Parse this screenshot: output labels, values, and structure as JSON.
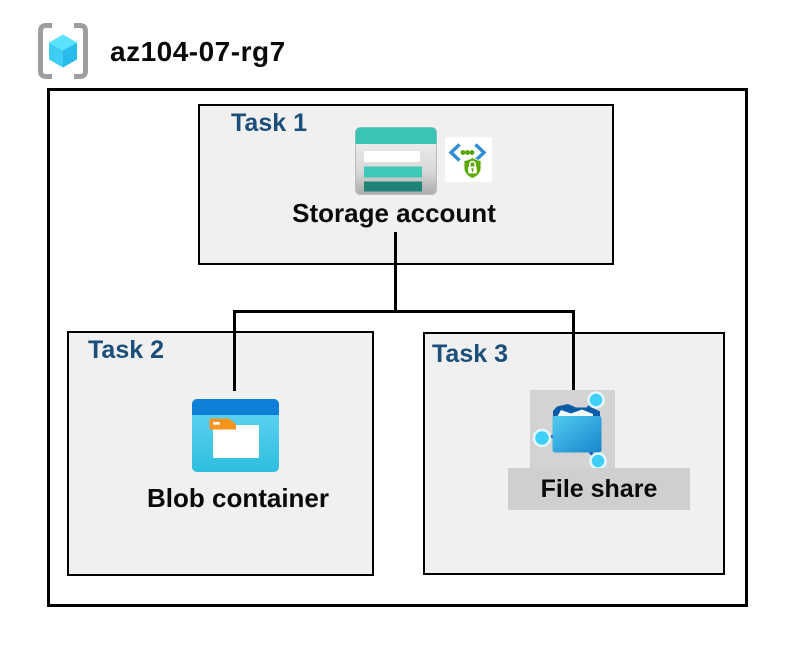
{
  "title": "az104-07-rg7",
  "tasks": {
    "task1": {
      "label": "Task 1",
      "resource": "Storage account"
    },
    "task2": {
      "label": "Task 2",
      "resource": "Blob container"
    },
    "task3": {
      "label": "Task 3",
      "resource": "File share"
    }
  },
  "icons": {
    "header": "resource-group-icon",
    "task1": [
      "storage-account-icon",
      "sas-shield-icon"
    ],
    "task2": "blob-container-icon",
    "task3": "file-share-icon"
  },
  "colors": {
    "task_label_navy": "#1B4E79",
    "box_fill_gray": "#F0F0F0",
    "box_border": "#000000",
    "selection_gray": "#D3D3D3",
    "label_highlight_gray": "#CFCFCF",
    "storage_teal": "#3BC4B4",
    "storage_teal_dark": "#1F8478",
    "blob_header_blue": "#0F7FD8",
    "blob_body_cyan": "#49CBEA",
    "blob_tab_orange": "#F7941E",
    "fileshare_blue": "#1685CC",
    "fileshare_navy": "#0B5BA8",
    "fileshare_node_cyan": "#3FD0F8",
    "sas_bracket_blue": "#2E8DD6",
    "sas_green": "#57A300",
    "rg_cube_cyan": "#3ECDF4",
    "rg_bracket_gray": "#9E9E9E"
  }
}
